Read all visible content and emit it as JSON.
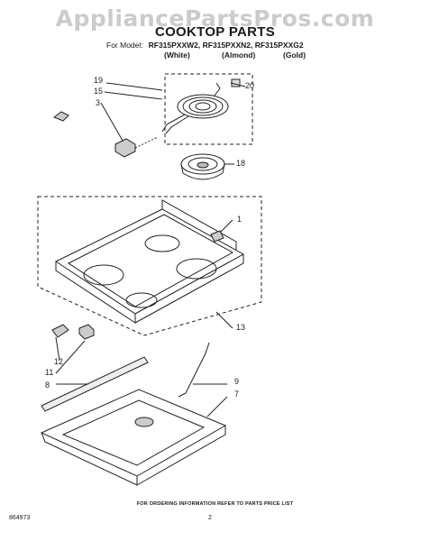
{
  "watermark": "AppliancePartsPros.com",
  "title": "COOKTOP PARTS",
  "models": {
    "label": "For Model:",
    "list": "RF315PXXW2, RF315PXXN2, RF315PXXG2",
    "colors": [
      "(White)",
      "(Almond)",
      "(Gold)"
    ]
  },
  "callouts": [
    "19",
    "15",
    "3",
    "20",
    "18",
    "1",
    "13",
    "12",
    "11",
    "8",
    "9",
    "7"
  ],
  "footer": {
    "note": "FOR ORDERING INFORMATION REFER TO PARTS PRICE LIST",
    "doc_number": "864973",
    "page": "2"
  }
}
